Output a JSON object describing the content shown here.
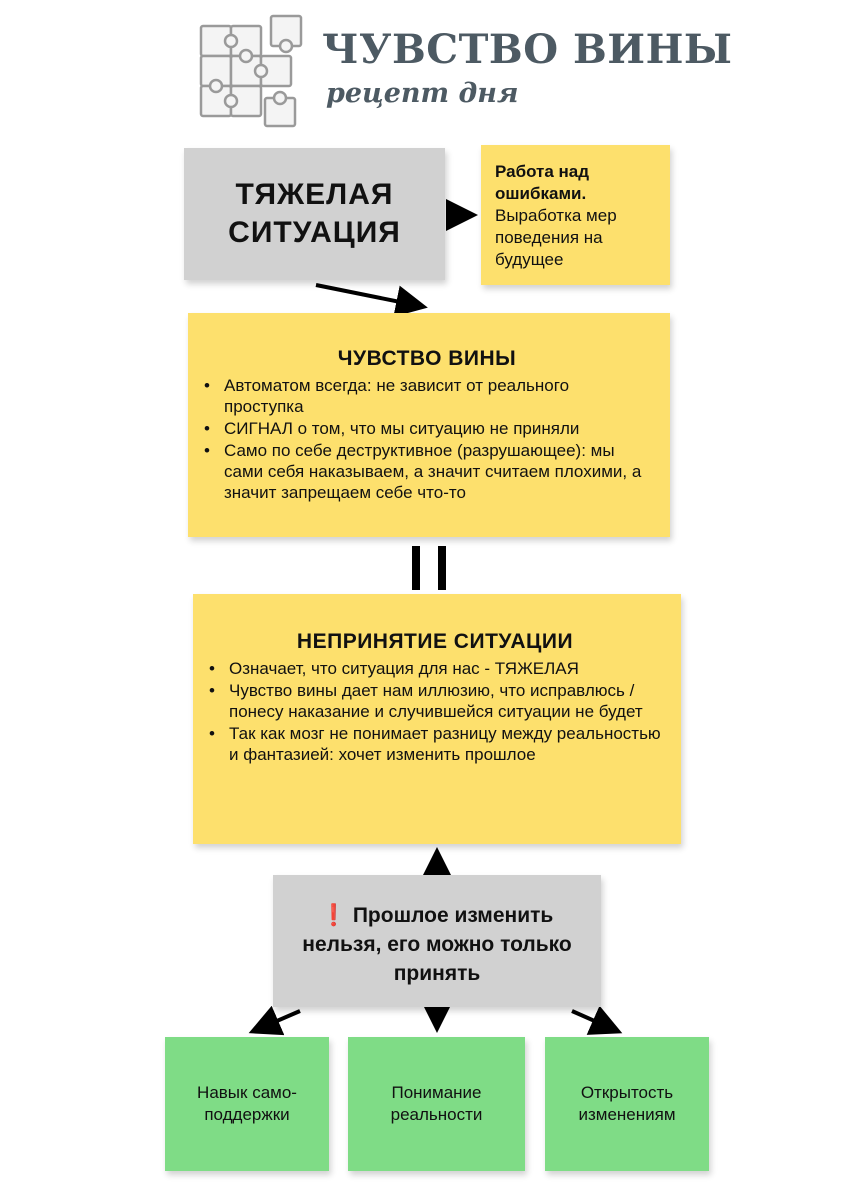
{
  "header": {
    "title": "ЧУВСТВО ВИНЫ",
    "subtitle": "рецепт дня",
    "logo_icon": "puzzle-pieces-icon"
  },
  "nodes": {
    "hard_situation": {
      "label": "ТЯЖЕЛАЯ СИТУАЦИЯ"
    },
    "work_on_mistakes": {
      "title": "Работа над ошибками.",
      "text": "Выработка мер поведения на будущее"
    },
    "guilt": {
      "title": "ЧУВСТВО ВИНЫ",
      "items": [
        "Автоматом всегда: не зависит от реального проступка",
        "СИГНАЛ о том, что мы ситуацию не приняли",
        "Само по себе деструктивное (разрушающее): мы сами себя наказываем, а значит считаем плохими, а значит запрещаем себе что-то"
      ]
    },
    "non_acceptance": {
      "title": "НЕПРИНЯТИЕ СИТУАЦИИ",
      "items": [
        "Означает, что ситуация для нас - ТЯЖЕЛАЯ",
        "Чувство вины дает нам иллюзию, что исправлюсь /понесу наказание и случившейся ситуации не будет",
        "Так как мозг не понимает разницу между реальностью и фантазией: хочет изменить прошлое"
      ]
    },
    "past": {
      "icon": "exclamation-icon",
      "mark": "❗",
      "text": "Прошлое изменить нельзя, его можно только принять"
    },
    "outcomes": [
      {
        "label": "Навык само-поддержки"
      },
      {
        "label": "Понимание реальности"
      },
      {
        "label": "Открытость изменениям"
      }
    ]
  },
  "colors": {
    "gray_box": "#d1d1d1",
    "yellow_box": "#fde06d",
    "green_box": "#7fdc86",
    "title_text": "#4d5a63",
    "exclamation": "#d7202a"
  }
}
